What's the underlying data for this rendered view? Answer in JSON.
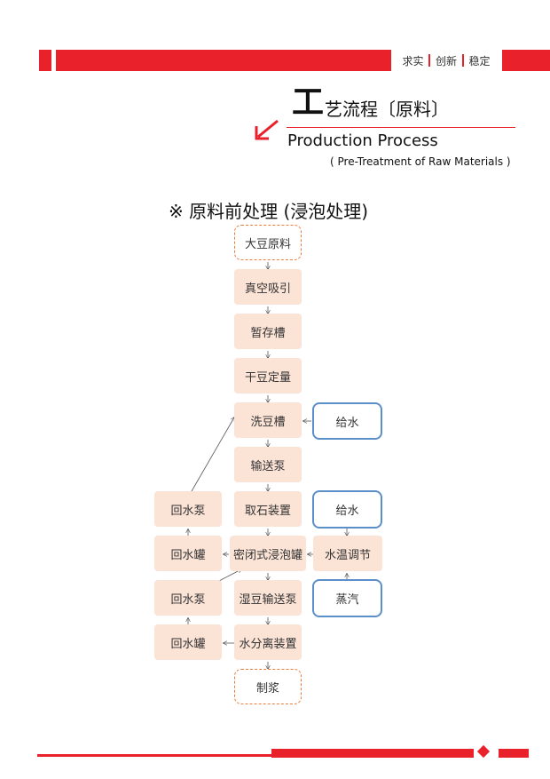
{
  "header": {
    "slogan": [
      "求实",
      "创新",
      "稳定"
    ]
  },
  "title": {
    "big_char": "工",
    "cn_rest": "艺流程〔原料〕",
    "en": "Production Process",
    "sub": "( Pre-Treatment of Raw Materials )"
  },
  "section_title": "※ 原料前处理 (浸泡处理)",
  "flow": {
    "main": [
      "大豆原料",
      "真空吸引",
      "暂存槽",
      "干豆定量",
      "洗豆槽",
      "输送泵",
      "取石装置",
      "密闭式浸泡罐",
      "湿豆输送泵",
      "水分离装置",
      "制浆"
    ],
    "left": [
      "回水泵",
      "回水罐",
      "回水泵",
      "回水罐"
    ],
    "right_water_1": "给水",
    "right_water_2": "给水",
    "right_temp": "水温调节",
    "right_steam": "蒸汽"
  },
  "colors": {
    "brand_red": "#e8212b",
    "box_fill": "#fbe3d6",
    "dashed_border": "#e87c3a",
    "blue_border": "#5b8fc9"
  }
}
